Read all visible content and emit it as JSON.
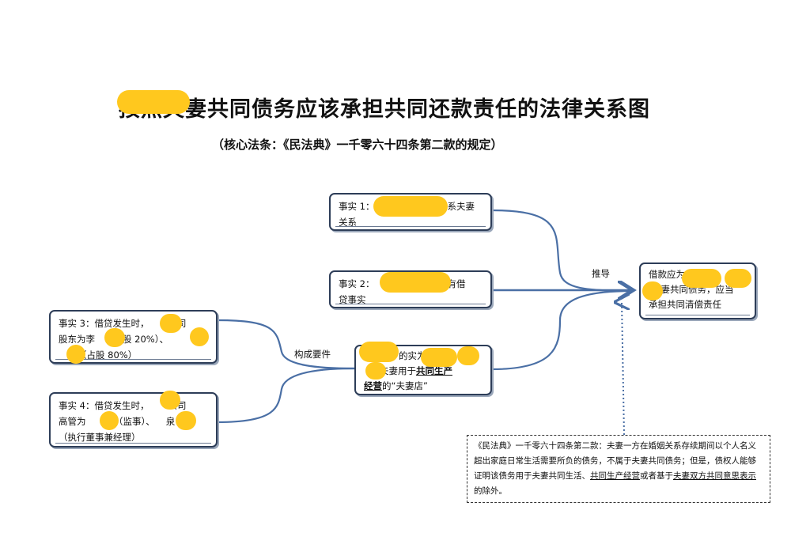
{
  "title": "按照夫妻共同债务应该承担共同还款责任的法律关系图",
  "subtitle": "（核心法条：《民法典》一千零六十四条第二款的规定）",
  "label_derive": "推导",
  "label_elements": "构成要件",
  "fact1": {
    "line1": "事实 1：",
    "line1_tail": "系夫妻",
    "line2": "关系"
  },
  "fact2": {
    "line1": "事实 2：",
    "line1_tail": "有借",
    "line2": "贷事实"
  },
  "fact3": {
    "line1": "事实 3：借贷发生时，",
    "line1_tail": "公司",
    "line2": "股东为李",
    "line2_mid": "（占股 20%）、",
    "line3": "（占股 80%）"
  },
  "fact4": {
    "line1": "事实 4：借贷发生时，",
    "line1_tail": "公司",
    "line2": "高管为",
    "line2_mid": "明（监事）、",
    "line2_tail": "泉",
    "line3": "（执行董事兼经理）"
  },
  "middle": {
    "line1": "的实为",
    "line2_a": "夫妻用于",
    "line2_b": "共同生产",
    "line3_a": "经营",
    "line3_b": "的“夫妻店”"
  },
  "conclusion": {
    "line1": "借款应为",
    "line2_a": "夫妻共同债务，",
    "line2_b": "应当",
    "line3": "承担共同清偿责任"
  },
  "law": {
    "p1": "《民法典》一千零六十四条第二款：夫妻一方在婚姻关系存续期间以个人名义超出家庭日常生活需要所负的债务，不属于夫妻共同债务；但是，债权人能够证明该债务用于夫妻共同生活、",
    "p1_u": "共同生产经营",
    "p2": "或者基于",
    "p2_u": "夫妻双方共同意思表示",
    "p3": "的除外。"
  },
  "colors": {
    "arrow": "#4a6fa5",
    "border": "#2d3d58",
    "redaction": "#ffc81e"
  }
}
